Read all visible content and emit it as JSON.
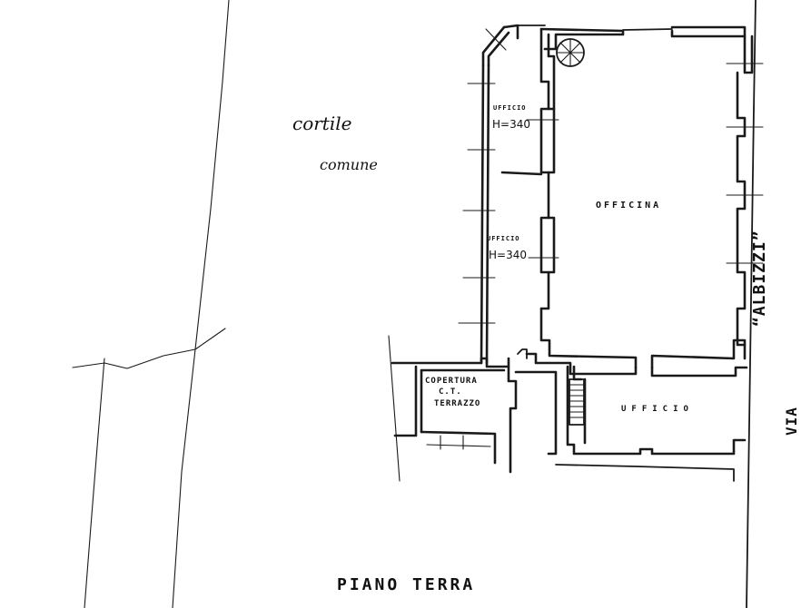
{
  "drawing": {
    "title": "PIANO TERRA",
    "courtyard": {
      "line1": "cortile",
      "line2": "comune"
    },
    "street": {
      "prefix": "VIA",
      "name": "“ALBIZZI”"
    },
    "rooms": [
      {
        "id": "ufficio-1",
        "name": "UFFICIO",
        "height": "H=340"
      },
      {
        "id": "ufficio-2",
        "name": "UFFICIO",
        "height": "H=340"
      },
      {
        "id": "officina",
        "name": "OFFICINA"
      },
      {
        "id": "copertura",
        "line1": "COPERTURA",
        "line2": "C.T.",
        "line3": "TERRAZZO"
      },
      {
        "id": "ufficio-3",
        "name": "UFFICIO"
      }
    ],
    "symbols": [
      "spiral-stair-icon",
      "straight-stair-icon",
      "corner-cross-icon"
    ],
    "colors": {
      "ink": "#1a1a1a",
      "paper": "#ffffff"
    }
  }
}
